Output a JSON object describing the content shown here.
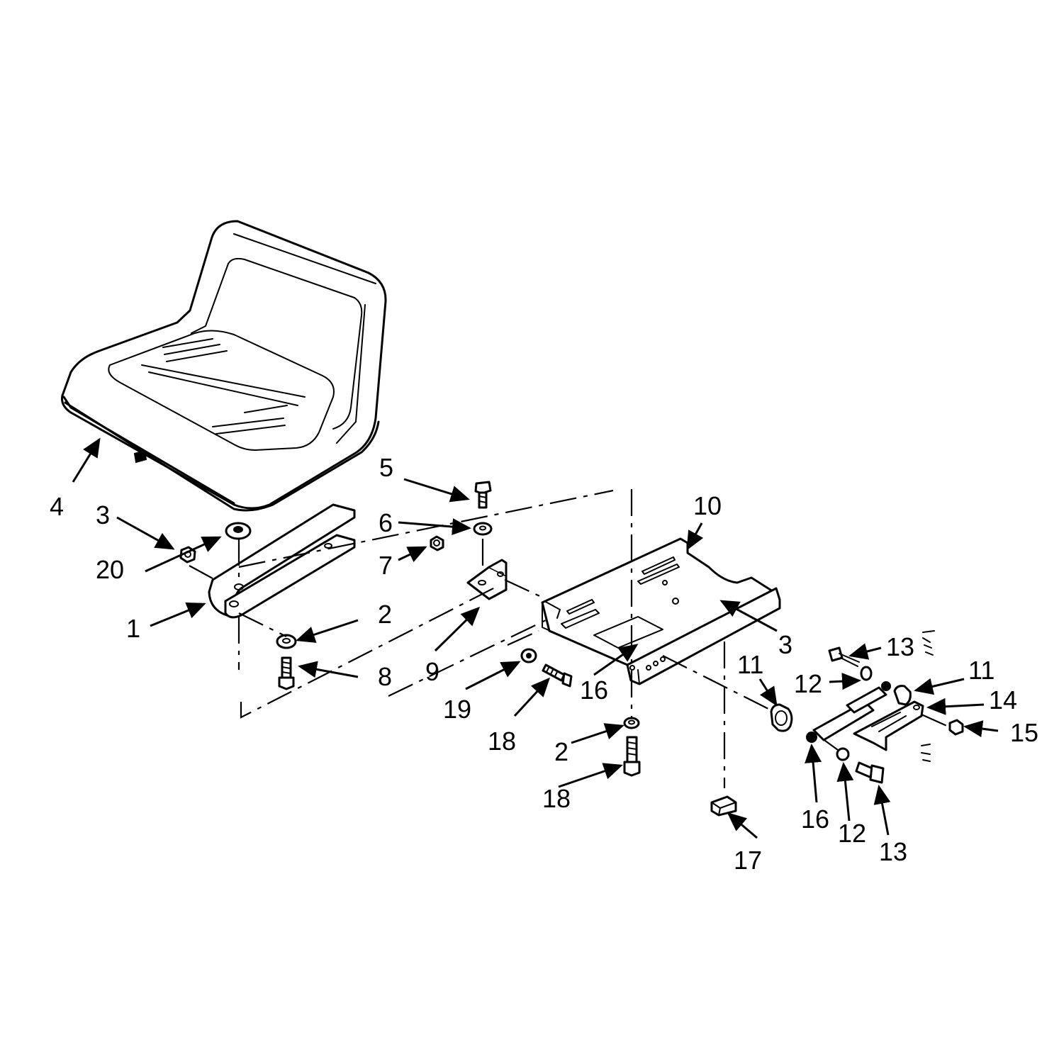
{
  "diagram": {
    "type": "exploded parts diagram",
    "callouts": {
      "c1": "1",
      "c2a": "2",
      "c2b": "2",
      "c3a": "3",
      "c3b": "3",
      "c4": "4",
      "c5": "5",
      "c6": "6",
      "c7": "7",
      "c8": "8",
      "c9": "9",
      "c10": "10",
      "c11a": "11",
      "c11b": "11",
      "c12a": "12",
      "c12b": "12",
      "c13a": "13",
      "c13b": "13",
      "c14": "14",
      "c15": "15",
      "c16a": "16",
      "c16b": "16",
      "c17": "17",
      "c18a": "18",
      "c18b": "18",
      "c19": "19",
      "c20": "20"
    }
  }
}
